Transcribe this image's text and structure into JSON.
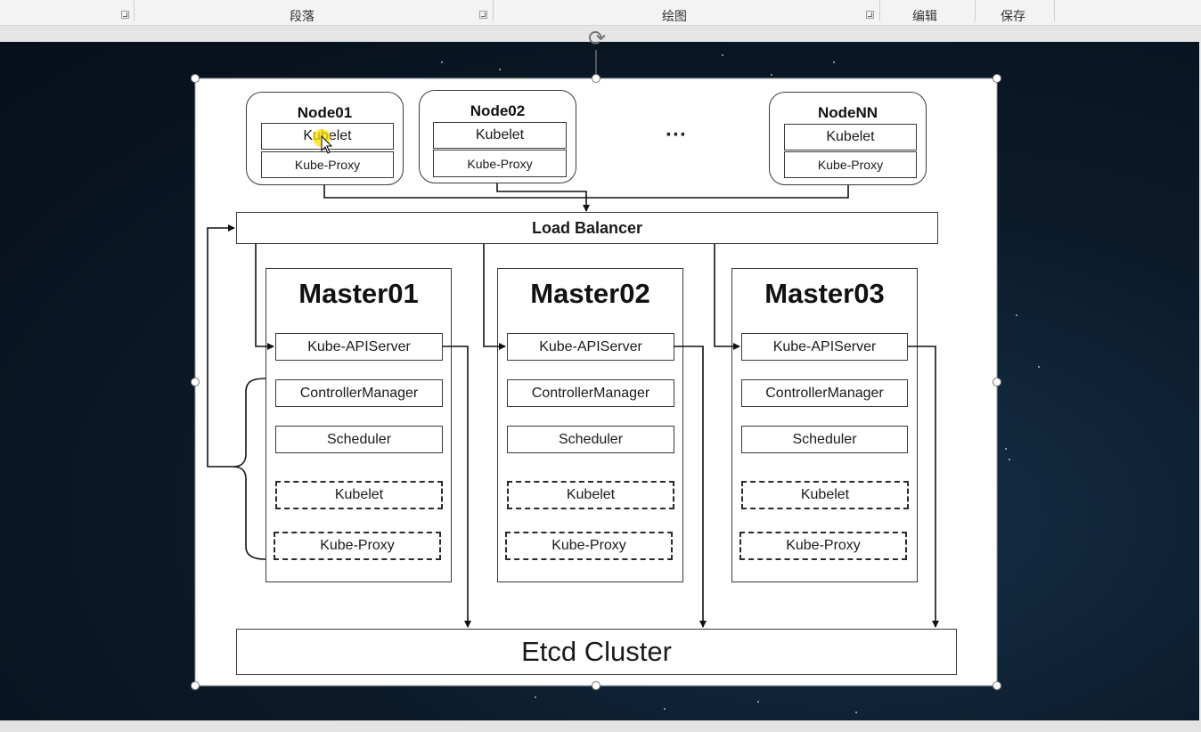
{
  "ribbon": {
    "groups": [
      {
        "label": "段落"
      },
      {
        "label": "绘图"
      },
      {
        "label": "编辑"
      },
      {
        "label": "保存"
      }
    ]
  },
  "diagram": {
    "nodes": [
      {
        "title": "Node01",
        "kubelet": "Kubelet",
        "proxy": "Kube-Proxy"
      },
      {
        "title": "Node02",
        "kubelet": "Kubelet",
        "proxy": "Kube-Proxy"
      },
      {
        "title": "NodeNN",
        "kubelet": "Kubelet",
        "proxy": "Kube-Proxy"
      }
    ],
    "ellipsis": "···",
    "load_balancer": "Load Balancer",
    "masters": [
      {
        "title": "Master01",
        "apiserver": "Kube-APIServer",
        "controller": "ControllerManager",
        "scheduler": "Scheduler",
        "kubelet": "Kubelet",
        "proxy": "Kube-Proxy"
      },
      {
        "title": "Master02",
        "apiserver": "Kube-APIServer",
        "controller": "ControllerManager",
        "scheduler": "Scheduler",
        "kubelet": "Kubelet",
        "proxy": "Kube-Proxy"
      },
      {
        "title": "Master03",
        "apiserver": "Kube-APIServer",
        "controller": "ControllerManager",
        "scheduler": "Scheduler",
        "kubelet": "Kubelet",
        "proxy": "Kube-Proxy"
      }
    ],
    "etcd": "Etcd Cluster"
  }
}
